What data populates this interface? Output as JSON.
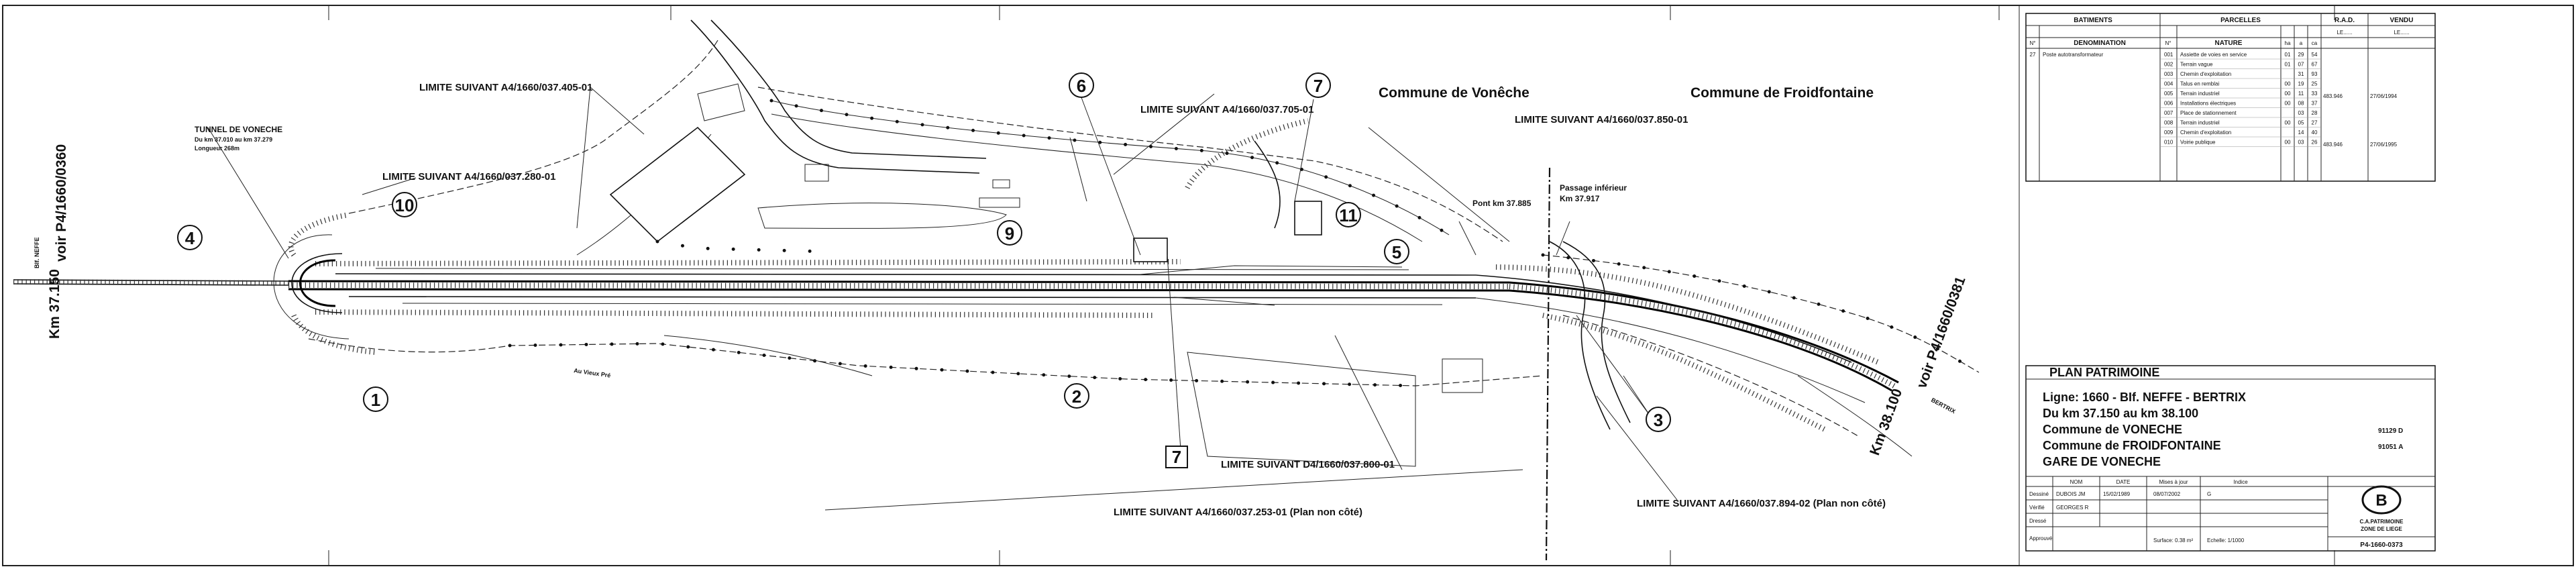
{
  "plan": {
    "km_start": "Km 37.150",
    "km_end": "Km 38.100",
    "ref_left": "voir P4/1660/0360",
    "ref_right": "voir P4/1660/0381",
    "direction_left": "BIf. NEFFE",
    "direction_right": "BERTRIX",
    "tunnel": {
      "title": "TUNNEL DE VONECHE",
      "line2": "Du km 37.010 au km 37.279",
      "line3": "Longueur 268m"
    },
    "commune_left": "Commune de Vonêche",
    "commune_right": "Commune de Froidfontaine",
    "limits": {
      "l1": "LIMITE SUIVANT A4/1660/037.405-01",
      "l2": "LIMITE SUIVANT A4/1660/037.705-01",
      "l3": "LIMITE SUIVANT A4/1660/037.850-01",
      "l4": "LIMITE SUIVANT A4/1660/037.280-01",
      "l5": "LIMITE SUIVANT D4/1660/037.800-01",
      "l6": "LIMITE SUIVANT A4/1660/037.253-01 (Plan non côté)",
      "l7": "LIMITE SUIVANT A4/1660/037.894-02 (Plan non côté)"
    },
    "pont": "Pont km 37.885",
    "passage": "Passage inférieur",
    "passage_km": "Km 37.917",
    "road": "Au Vieux Pré",
    "numbers": [
      "1",
      "2",
      "3",
      "4",
      "5",
      "6",
      "7",
      "7",
      "9",
      "10",
      "11"
    ]
  },
  "parcels_table": {
    "h_batiments": "BATIMENTS",
    "h_parcelles": "PARCELLES",
    "h_rad": "R.A.D.",
    "h_vendu": "VENDU",
    "h_no": "N°",
    "h_denomination": "DENOMINATION",
    "h_nature": "NATURE",
    "h_ha": "ha",
    "h_a": "a",
    "h_ca": "ca",
    "h_le1": "LE......",
    "h_le2": "LE......",
    "bat_no": "27",
    "bat_name": "Poste autotransformateur",
    "rows": [
      {
        "no": "001",
        "nature": "Assiette de voies en service",
        "ha": "01",
        "a": "29",
        "ca": "54"
      },
      {
        "no": "002",
        "nature": "Terrain vague",
        "ha": "01",
        "a": "07",
        "ca": "67"
      },
      {
        "no": "003",
        "nature": "Chemin d'exploitation",
        "ha": "",
        "a": "31",
        "ca": "93"
      },
      {
        "no": "004",
        "nature": "Talus en remblai",
        "ha": "00",
        "a": "19",
        "ca": "25"
      },
      {
        "no": "005",
        "nature": "Terrain industriel",
        "ha": "00",
        "a": "11",
        "ca": "33"
      },
      {
        "no": "006",
        "nature": "Installations électriques",
        "ha": "00",
        "a": "08",
        "ca": "37"
      },
      {
        "no": "007",
        "nature": "Place de stationnement",
        "ha": "",
        "a": "03",
        "ca": "28"
      },
      {
        "no": "008",
        "nature": "Terrain industriel",
        "ha": "00",
        "a": "05",
        "ca": "27"
      },
      {
        "no": "009",
        "nature": "Chemin d'exploitation",
        "ha": "",
        "a": "14",
        "ca": "40"
      },
      {
        "no": "010",
        "nature": "Voirie publique",
        "ha": "00",
        "a": "03",
        "ca": "26"
      }
    ],
    "rad_values": [
      "483.946",
      "27/06/1994",
      "483.946",
      "27/06/1995"
    ]
  },
  "title_block": {
    "heading": "PLAN PATRIMOINE",
    "line1": "Ligne: 1660 - BIf. NEFFE - BERTRIX",
    "line2": "Du km 37.150 au km 38.100",
    "line3": "Commune de VONECHE",
    "line4": "Commune de FROIDFONTAINE",
    "line5": "GARE DE VONECHE",
    "code1": "91129 D",
    "code2": "91051 A",
    "col_nom": "NOM",
    "col_date": "DATE",
    "col_maj": "Mises à jour",
    "col_indice": "Indice",
    "r1": "Dessiné",
    "r2": "Vérifié",
    "r3": "Dressé",
    "r4": "Approuvé",
    "name1": "DUBOIS JM",
    "name2": "GEORGES R",
    "date1": "15/02/1989",
    "maj1": "08/07/2002",
    "indice1": "G",
    "surface": "Surface: 0.38 m²",
    "echelle": "Echelle: 1/1000",
    "logo": "B",
    "org1": "C.A.PATRIMOINE",
    "org2": "ZONE DE LIEGE",
    "plan_no": "P4-1660-0373"
  }
}
